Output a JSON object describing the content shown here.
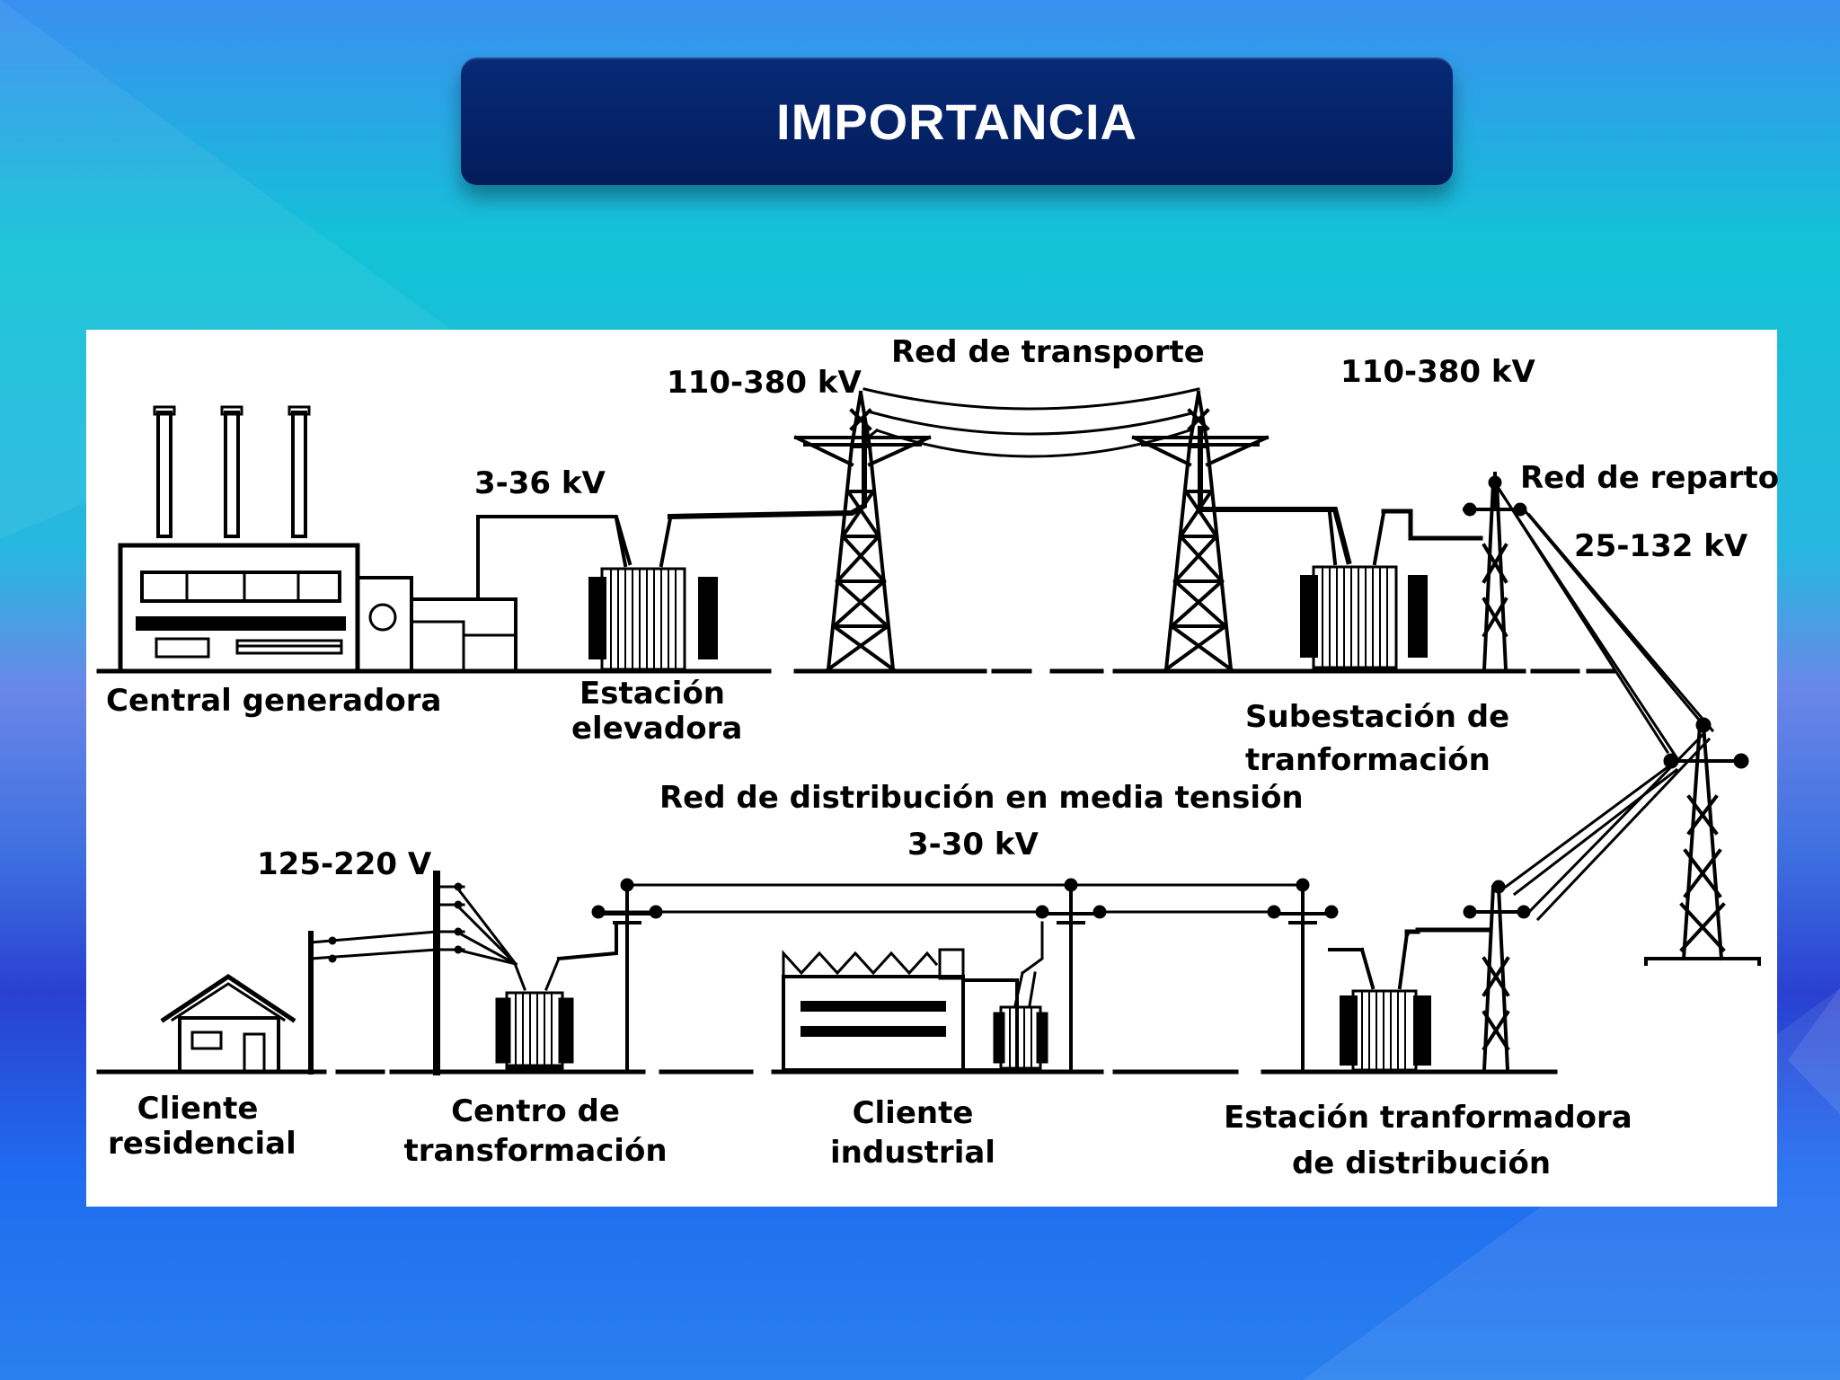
{
  "slide": {
    "title": "IMPORTANCIA"
  },
  "diagram": {
    "labels": {
      "red_transporte": "Red de transporte",
      "kv_110_380_left": "110-380 kV",
      "kv_110_380_right": "110-380 kV",
      "kv_3_36": "3-36 kV",
      "red_reparto": "Red de reparto",
      "kv_25_132": "25-132  kV",
      "central_generadora": "Central generadora",
      "estacion_elevadora_1": "Estación",
      "estacion_elevadora_2": "elevadora",
      "subestacion_1": "Subestación de",
      "subestacion_2": "tranformación",
      "red_distribucion": "Red de distribución en media tensión",
      "kv_3_30": "3-30 kV",
      "v_125_220": "125-220  V",
      "cliente_residencial_1": "Cliente",
      "cliente_residencial_2": "residencial",
      "centro_transformacion_1": "Centro de",
      "centro_transformacion_2": "transformación",
      "cliente_industrial_1": "Cliente",
      "cliente_industrial_2": "industrial",
      "estacion_distribucion_1": "Estación tranformadora",
      "estacion_distribucion_2": "de distribución"
    }
  },
  "colors": {
    "title_bg": "#031c5a",
    "title_text": "#ffffff",
    "panel_bg": "#ffffff",
    "ink": "#000000"
  }
}
